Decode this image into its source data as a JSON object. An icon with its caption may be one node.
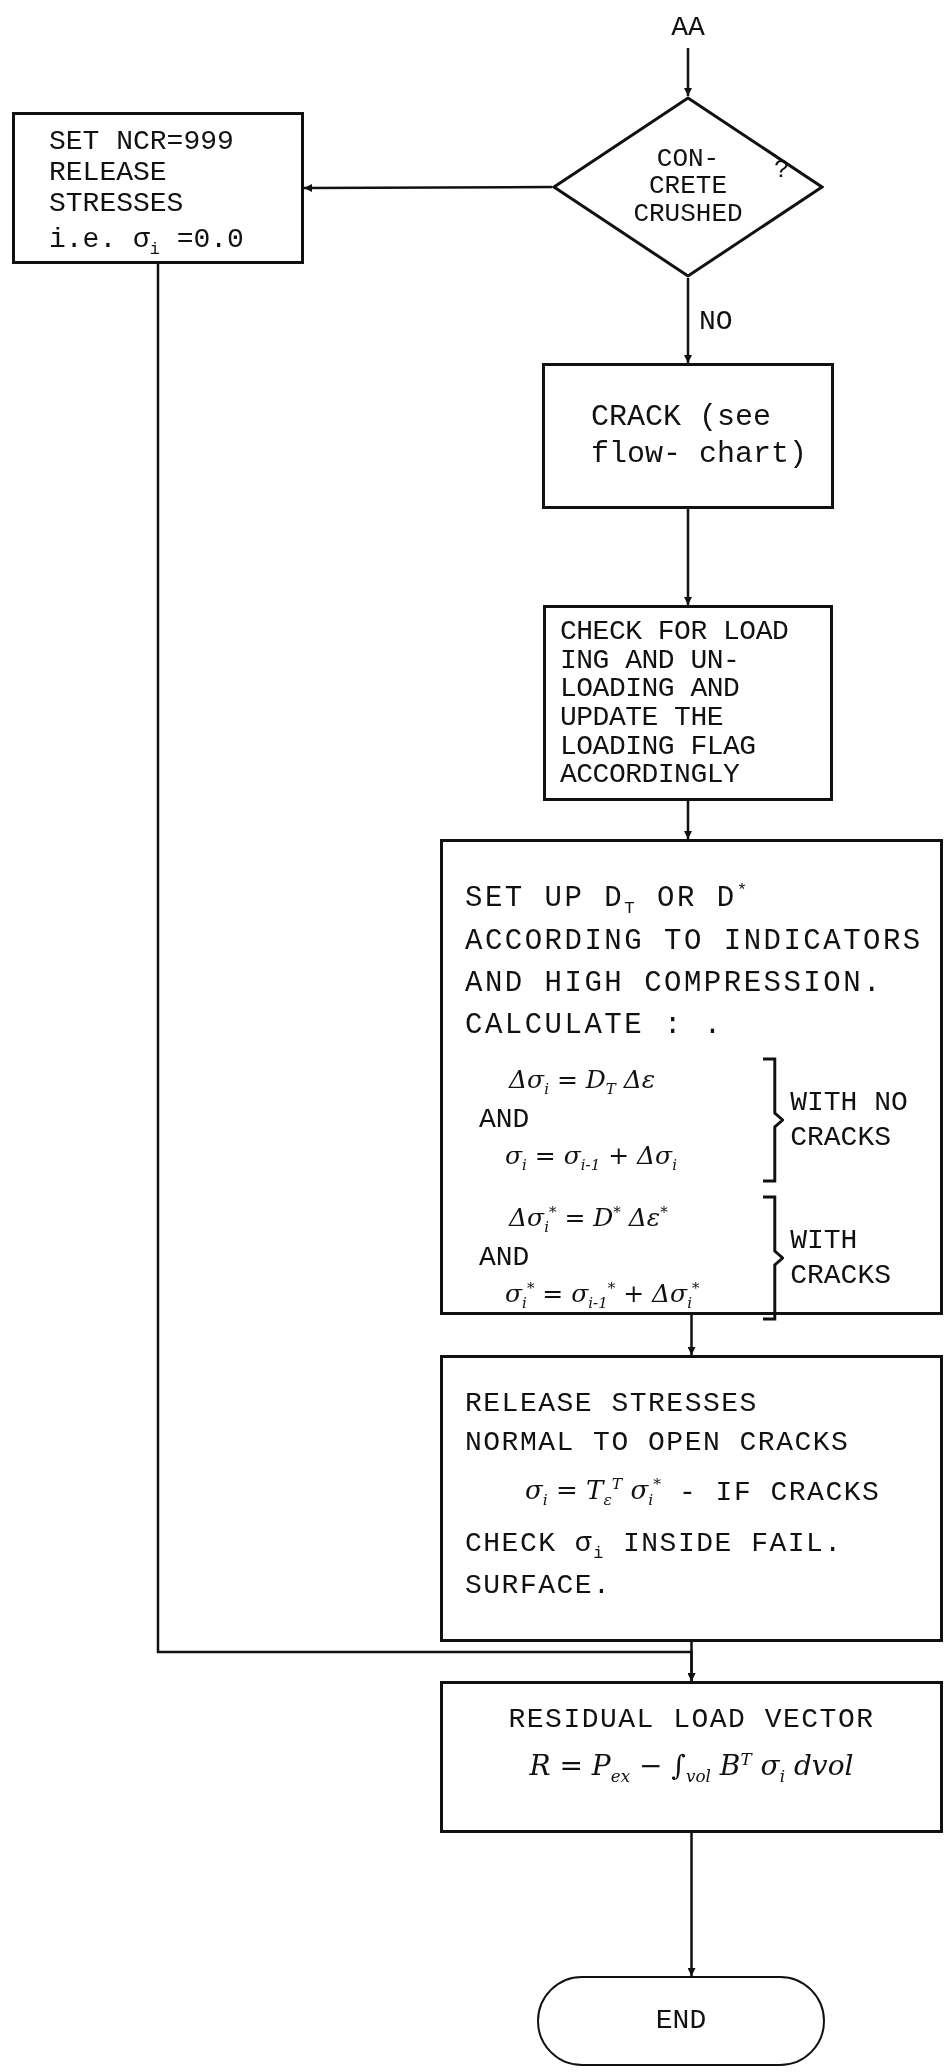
{
  "diagram": {
    "nodes": [
      {
        "text": [
          "AA"
        ]
      },
      {
        "text": [
          "CON- CRETE CRUSHED",
          "?"
        ]
      },
      {
        "text": [
          "SET NCR=999 RELEASE STRESSES",
          "i.e. σ$_{i}$ =0.0"
        ]
      },
      {
        "text": [
          "CRACK (see flow- chart)"
        ]
      },
      {
        "text": [
          "CHECK FOR LOAD ING AND UN- LOADING AND UPDATE THE LOADING FLAG ACCORDINGLY"
        ]
      },
      {
        "text": [
          "SET UP D$_{T}$ OR D$^{*}$ ACCORDING TO INDICATORS AND HIGH COMPRESSION. CALCULATE : .",
          "Δσ$_{i}$ = D$_{T}$ Δε",
          "AND",
          "σ$_{i}$ = σ$_{i-1}$ + Δσ$_{i}$",
          "WITH NO CRACKS",
          "Δσ$_{i}$$^{*}$ = D$^{*}$ Δε$^{*}$",
          "AND",
          "σ$_{i}$$^{*}$ = σ$_{i-1}$$^{*}$ + Δσ$_{i}$$^{*}$",
          "WITH CRACKS"
        ]
      },
      {
        "text": [
          "RELEASE STRESSES NORMAL TO OPEN CRACKS",
          "σ$_{i}$ = T$_{ε}$$^{T}$ σ$_{i}$$^{*}$",
          "- IF CRACKS",
          "CHECK σ$_{i}$ INSIDE FAIL. SURFACE."
        ]
      },
      {
        "text": [
          "RESIDUAL LOAD VECTOR",
          "R = P$_{ex}$ − ∫$_{vol}$ B$^{T}$ σ$_{i}$ dvol"
        ]
      },
      {
        "text": [
          "END"
        ]
      }
    ],
    "edges": [
      {
        "from": 0,
        "to": 1,
        "arrow": "to"
      },
      {
        "from": 1,
        "to": 2,
        "arrow": "to"
      },
      {
        "from": 1,
        "to": 3,
        "arrow": "to",
        "label": "NO"
      },
      {
        "from": 3,
        "to": 4,
        "arrow": "to"
      },
      {
        "from": 4,
        "to": 5,
        "arrow": "to"
      },
      {
        "from": 5,
        "to": 6,
        "arrow": "to"
      },
      {
        "from": 6,
        "to": 7,
        "arrow": "to"
      },
      {
        "from": 2,
        "to": 7,
        "arrow": "to"
      },
      {
        "from": 7,
        "to": 8,
        "arrow": "to"
      }
    ]
  }
}
